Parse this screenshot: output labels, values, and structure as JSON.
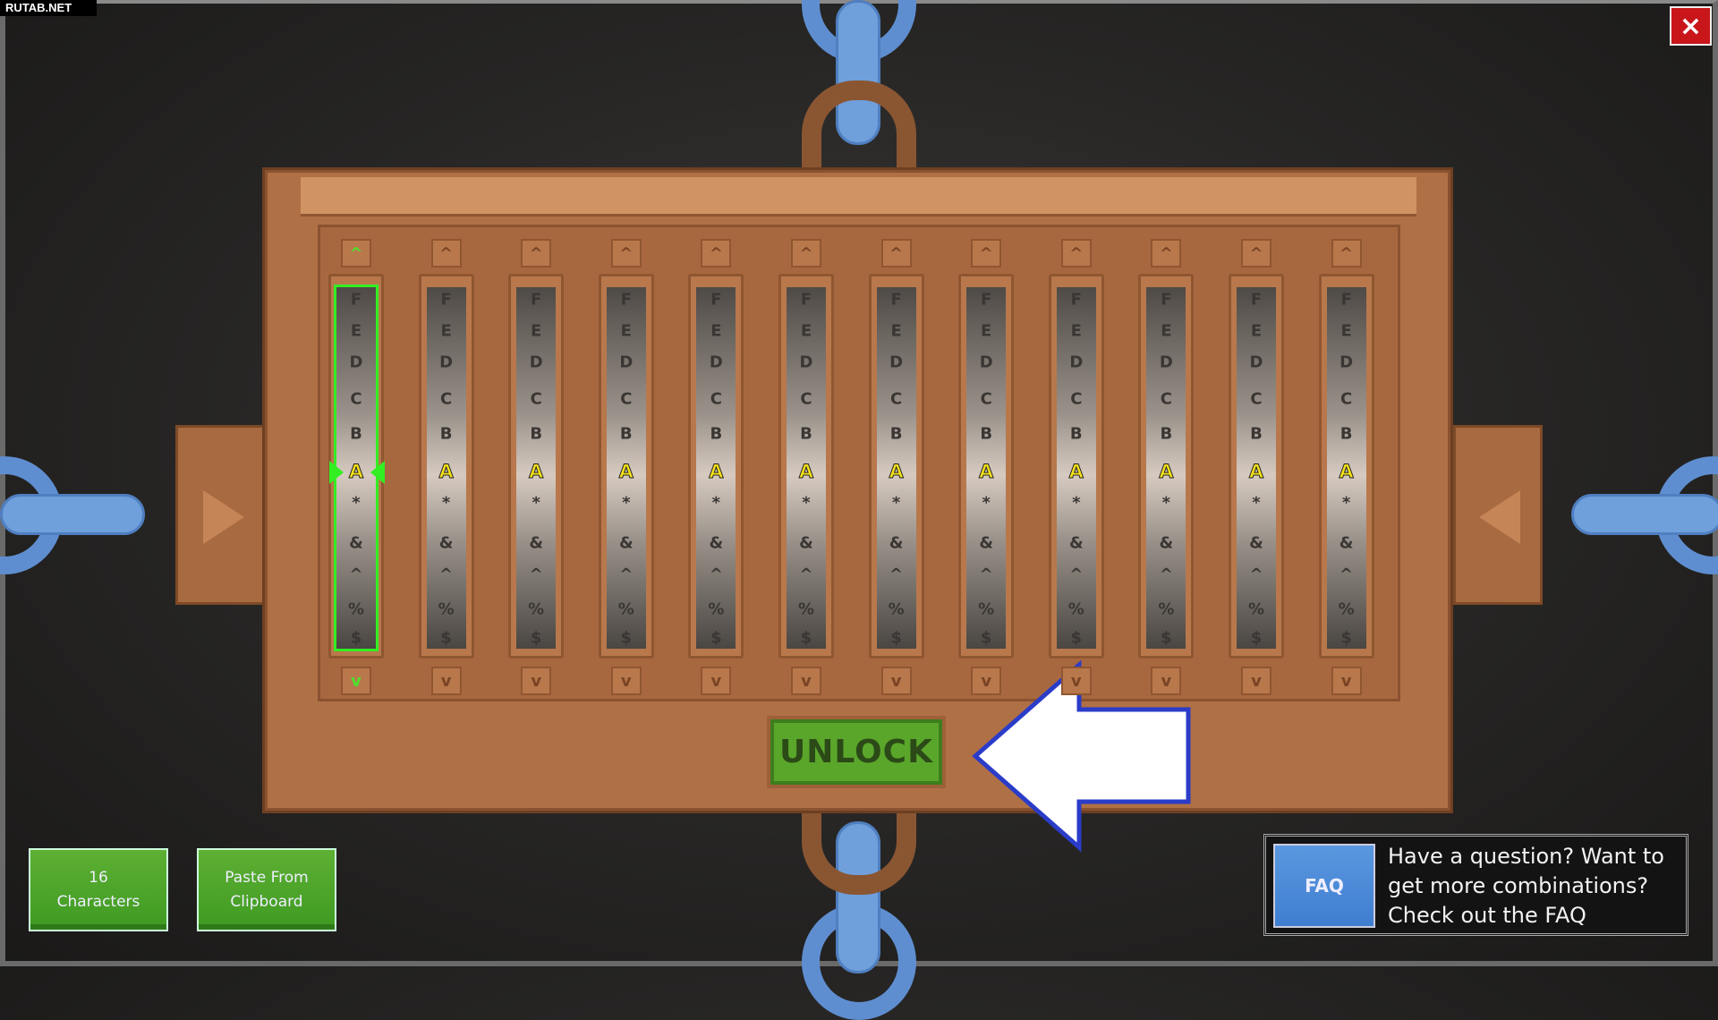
{
  "watermark": "RUTAB.NET",
  "close_icon": "×",
  "lock": {
    "symbols": [
      "F",
      "E",
      "D",
      "C",
      "B",
      "A",
      "*",
      "&",
      "^",
      "%",
      "$"
    ],
    "current_index": 5,
    "column_count": 12,
    "selected_column": 0,
    "current_values": [
      "A",
      "A",
      "A",
      "A",
      "A",
      "A",
      "A",
      "A",
      "A",
      "A",
      "A",
      "A"
    ],
    "up_icon": "^",
    "down_icon": "v"
  },
  "unlock_label": "UNLOCK",
  "buttons": {
    "characters_line1": "16",
    "characters_line2": "Characters",
    "paste_line1": "Paste From",
    "paste_line2": "Clipboard"
  },
  "faq": {
    "button": "FAQ",
    "text": "Have a question? Want to get more combinations? Check out the FAQ"
  },
  "colors": {
    "selected": "#33ee22",
    "current_letter": "#f5e21a",
    "unlock": "#5aa62a",
    "faq": "#4a88d8"
  }
}
